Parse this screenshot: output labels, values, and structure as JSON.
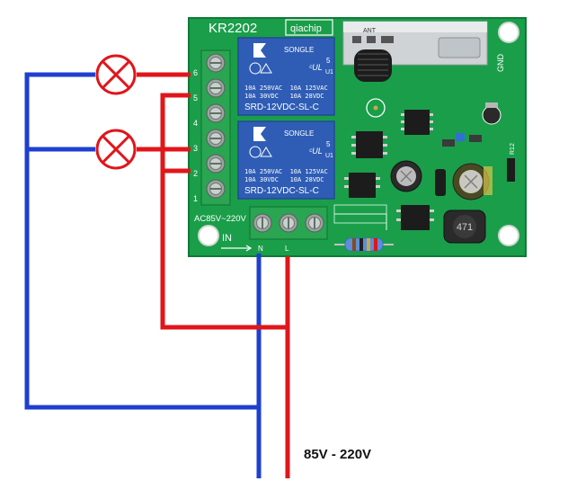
{
  "board": {
    "model": "KR2202",
    "brand": "qiachip",
    "antenna_label": "ANT",
    "ground_label": "GND",
    "resistor_label": "R12",
    "inductor_label": "471",
    "input_voltage_label": "AC85V~220V",
    "input_label": "IN",
    "input_neutral_mark": "N",
    "input_line_mark": "L",
    "terminal_numbers": [
      "6",
      "5",
      "4",
      "3",
      "2",
      "1"
    ]
  },
  "relays": [
    {
      "brand": "SONGLE",
      "number": "5",
      "ratings": [
        "10A 250VAC  10A 125VAC",
        "10A 30VDC   10A 28VDC"
      ],
      "model": "SRD-12VDC-SL-C",
      "unit": "U1"
    },
    {
      "brand": "SONGLE",
      "number": "5",
      "ratings": [
        "10A 250VAC  10A 125VAC",
        "10A 30VDC   10A 28VDC"
      ],
      "model": "SRD-12VDC-SL-C",
      "unit": "U1"
    }
  ],
  "lamps": [
    {
      "name": "lamp-1",
      "color": "#e0161a"
    },
    {
      "name": "lamp-2",
      "color": "#e0161a"
    }
  ],
  "wires": {
    "line_color": "#e0161a",
    "neutral_color": "#1f3fd0"
  },
  "colors": {
    "pcb": "#1a9e4a",
    "relay": "#2f5db5",
    "terminal": "#2aa552"
  },
  "supply_label": "85V - 220V"
}
